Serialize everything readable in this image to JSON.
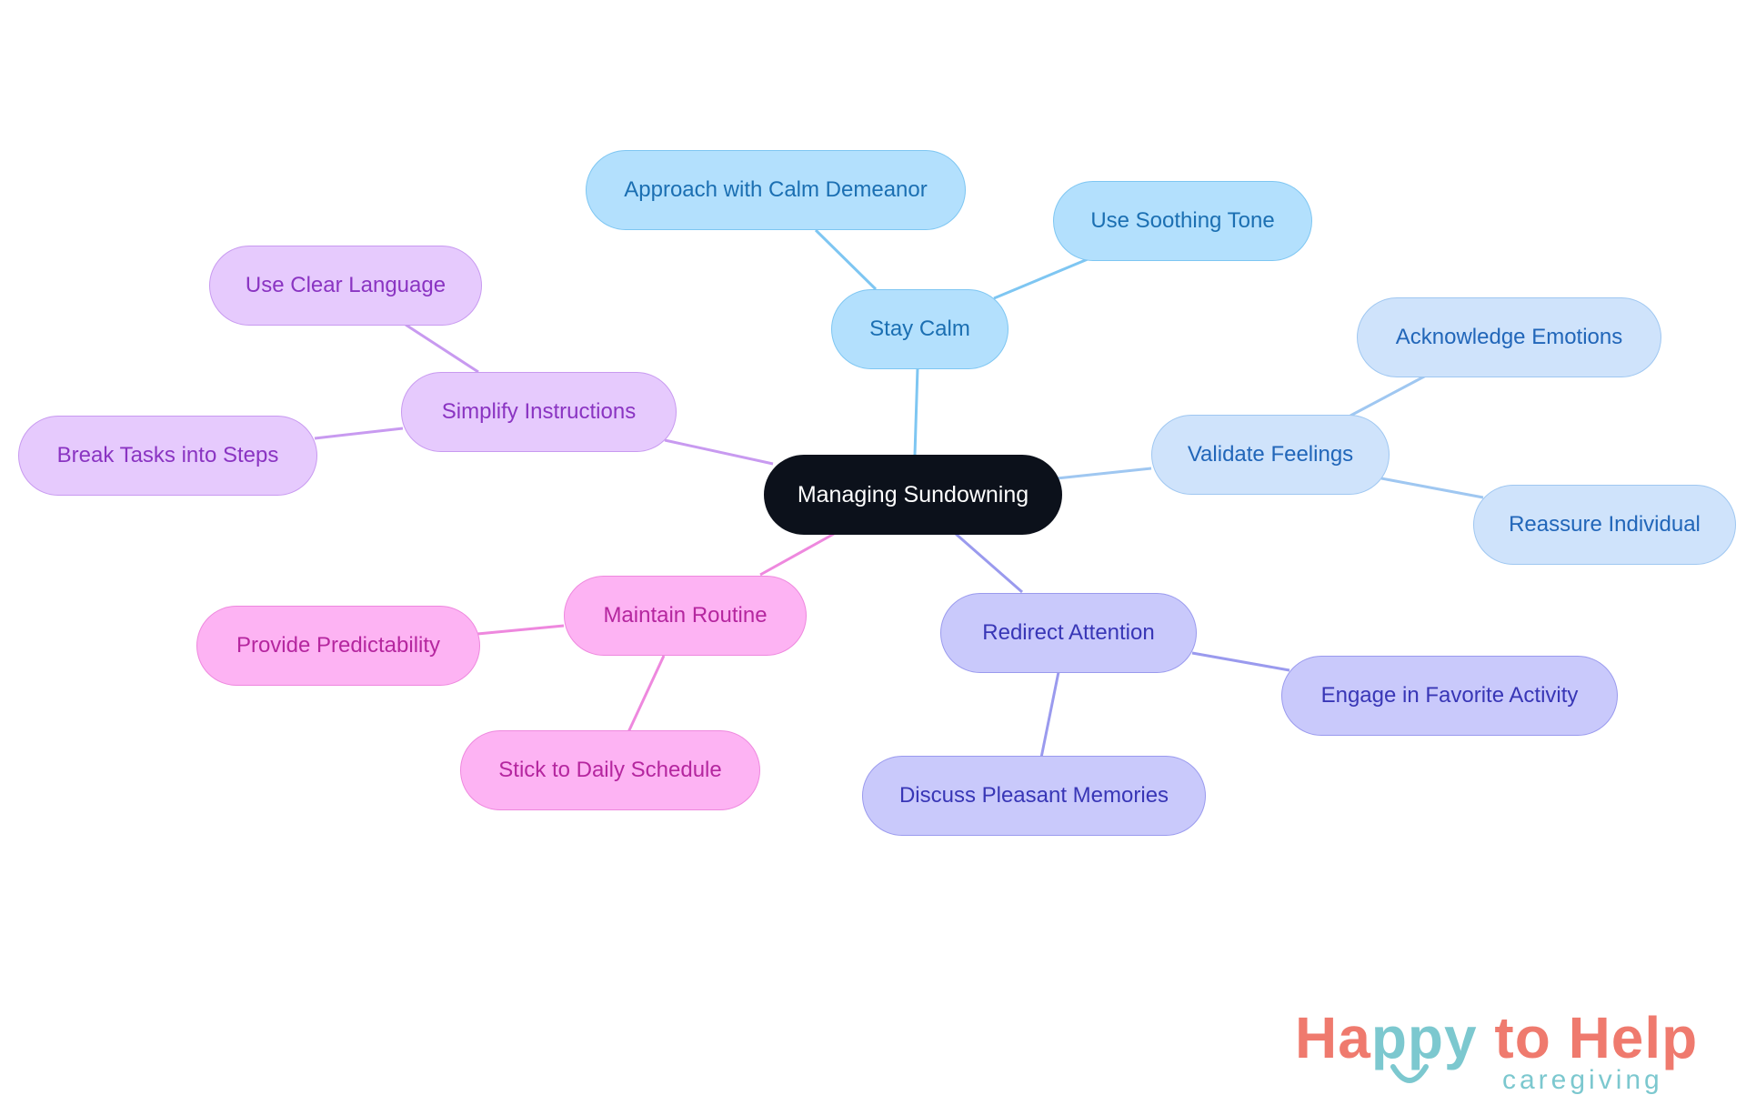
{
  "diagram": {
    "root": {
      "label": "Managing Sundowning"
    },
    "branches": {
      "stay_calm": {
        "label": "Stay Calm",
        "color": "#7ec6f2",
        "children": [
          "Approach with Calm Demeanor",
          "Use Soothing Tone"
        ]
      },
      "validate_feelings": {
        "label": "Validate Feelings",
        "color": "#9fc7f1",
        "children": [
          "Acknowledge Emotions",
          "Reassure Individual"
        ]
      },
      "redirect_attention": {
        "label": "Redirect Attention",
        "color": "#9a9aee",
        "children": [
          "Engage in Favorite Activity",
          "Discuss Pleasant Memories"
        ]
      },
      "maintain_routine": {
        "label": "Maintain Routine",
        "color": "#ee88de",
        "children": [
          "Provide Predictability",
          "Stick to Daily Schedule"
        ]
      },
      "simplify_instructions": {
        "label": "Simplify Instructions",
        "color": "#c89af0",
        "children": [
          "Use Clear Language",
          "Break Tasks into Steps"
        ]
      }
    }
  },
  "logo": {
    "title_ha": "Ha",
    "title_py": "ppy",
    "title_rest": " to Help",
    "subtitle": "caregiving",
    "brand_color": "#ef7a6e",
    "accent_color": "#7cc8cf"
  }
}
